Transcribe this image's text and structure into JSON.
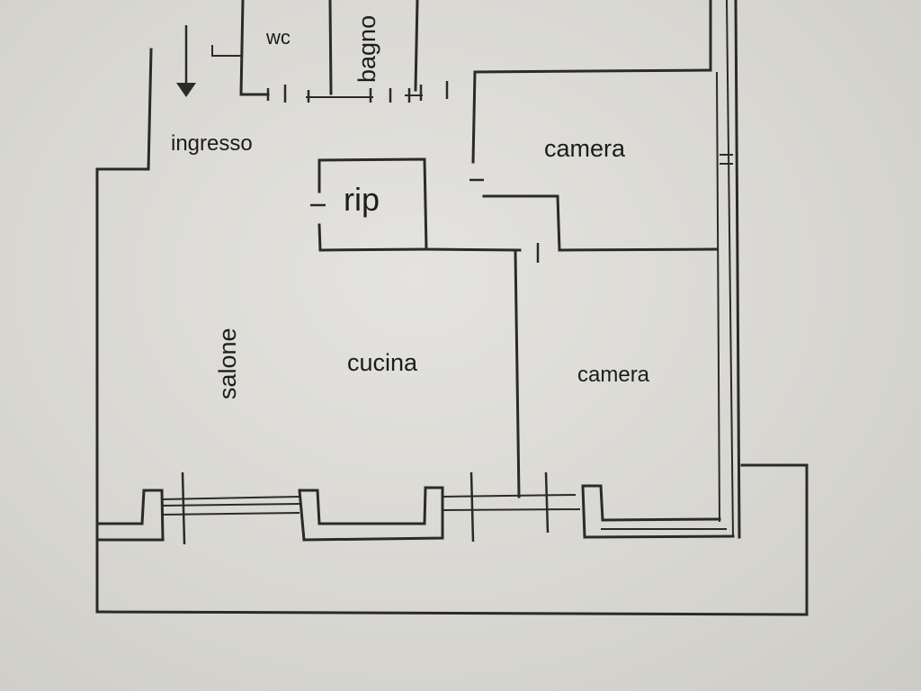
{
  "rooms": {
    "wc": "wc",
    "bagno": "bagno",
    "ingresso": "ingresso",
    "rip": "rip",
    "camera_top": "camera",
    "camera_bottom": "camera",
    "salone": "salone",
    "cucina": "cucina"
  },
  "icons": {
    "entrance_arrow": "arrow-down-icon"
  },
  "colors": {
    "paper": "#e4e3df",
    "ink": "#2a2a2a"
  }
}
